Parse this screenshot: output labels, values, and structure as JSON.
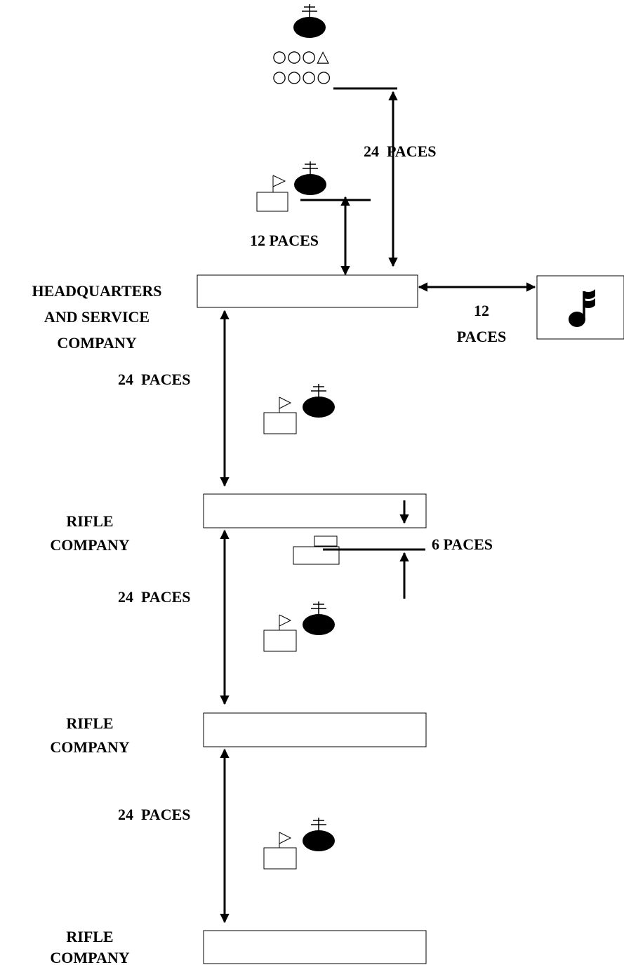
{
  "units": [
    {
      "label_lines": [
        "HEADQUARTERS",
        "AND SERVICE",
        "COMPANY"
      ]
    },
    {
      "label_lines": [
        "RIFLE",
        "COMPANY"
      ]
    },
    {
      "label_lines": [
        "RIFLE",
        "COMPANY"
      ]
    },
    {
      "label_lines": [
        "RIFLE",
        "COMPANY"
      ]
    }
  ],
  "staff": {
    "row1": "○○○△",
    "row2": "○○○○"
  },
  "distances": {
    "staff_to_hq": "24  PACES",
    "commander_to_hq": "12 PACES",
    "band_right_lines": [
      "12",
      "PACES"
    ],
    "hq_to_rifle1": "24  PACES",
    "guidon_offset": "6 PACES",
    "rifle1_to_rifle2": "24  PACES",
    "rifle2_to_rifle3": "24  PACES"
  },
  "icons": {
    "band": "musical-note-icon",
    "commander": "commander-symbol-icon",
    "guidon": "guidon-flag-icon"
  }
}
